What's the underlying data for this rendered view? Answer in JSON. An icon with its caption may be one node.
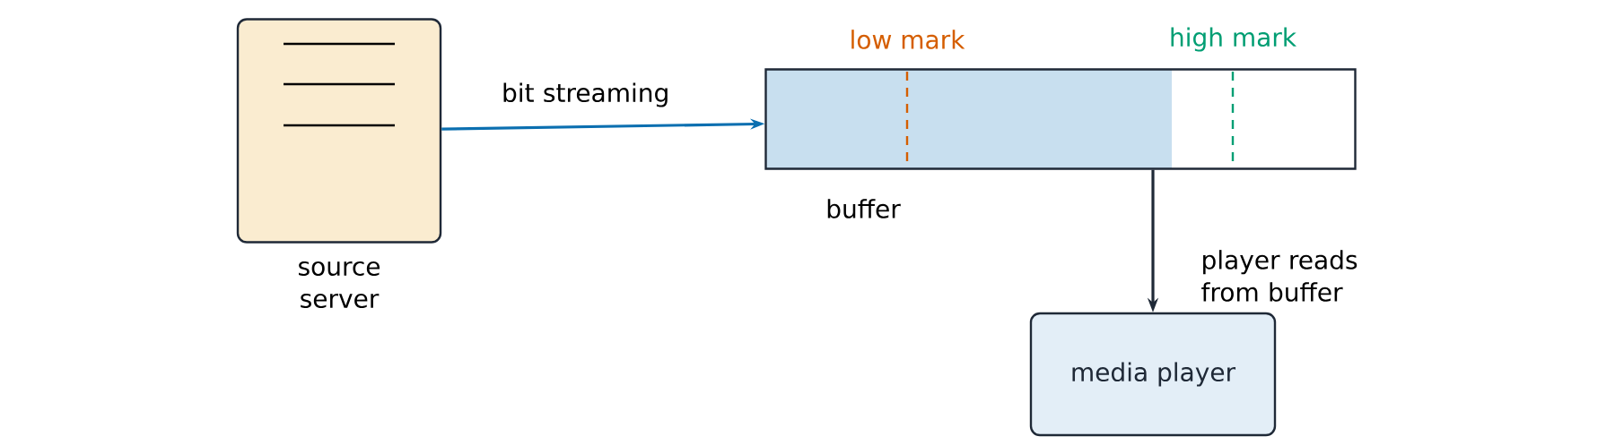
{
  "diagram": {
    "nodes": [
      {
        "text": [],
        "shape": "box",
        "beside": [
          "source server"
        ]
      },
      {
        "text": [],
        "shape": "bar",
        "beside": [
          "buffer"
        ]
      },
      {
        "text": [
          "media player"
        ]
      }
    ],
    "edges": [
      {
        "from": 0,
        "to": 1,
        "arrow": "to",
        "label": "bit streaming",
        "color": "#0b6fb0"
      },
      {
        "from": 1,
        "to": 2,
        "arrow": "to",
        "label": "player reads from buffer",
        "color": "#1f2937"
      }
    ],
    "labels": [
      "low mark",
      "high mark"
    ]
  }
}
